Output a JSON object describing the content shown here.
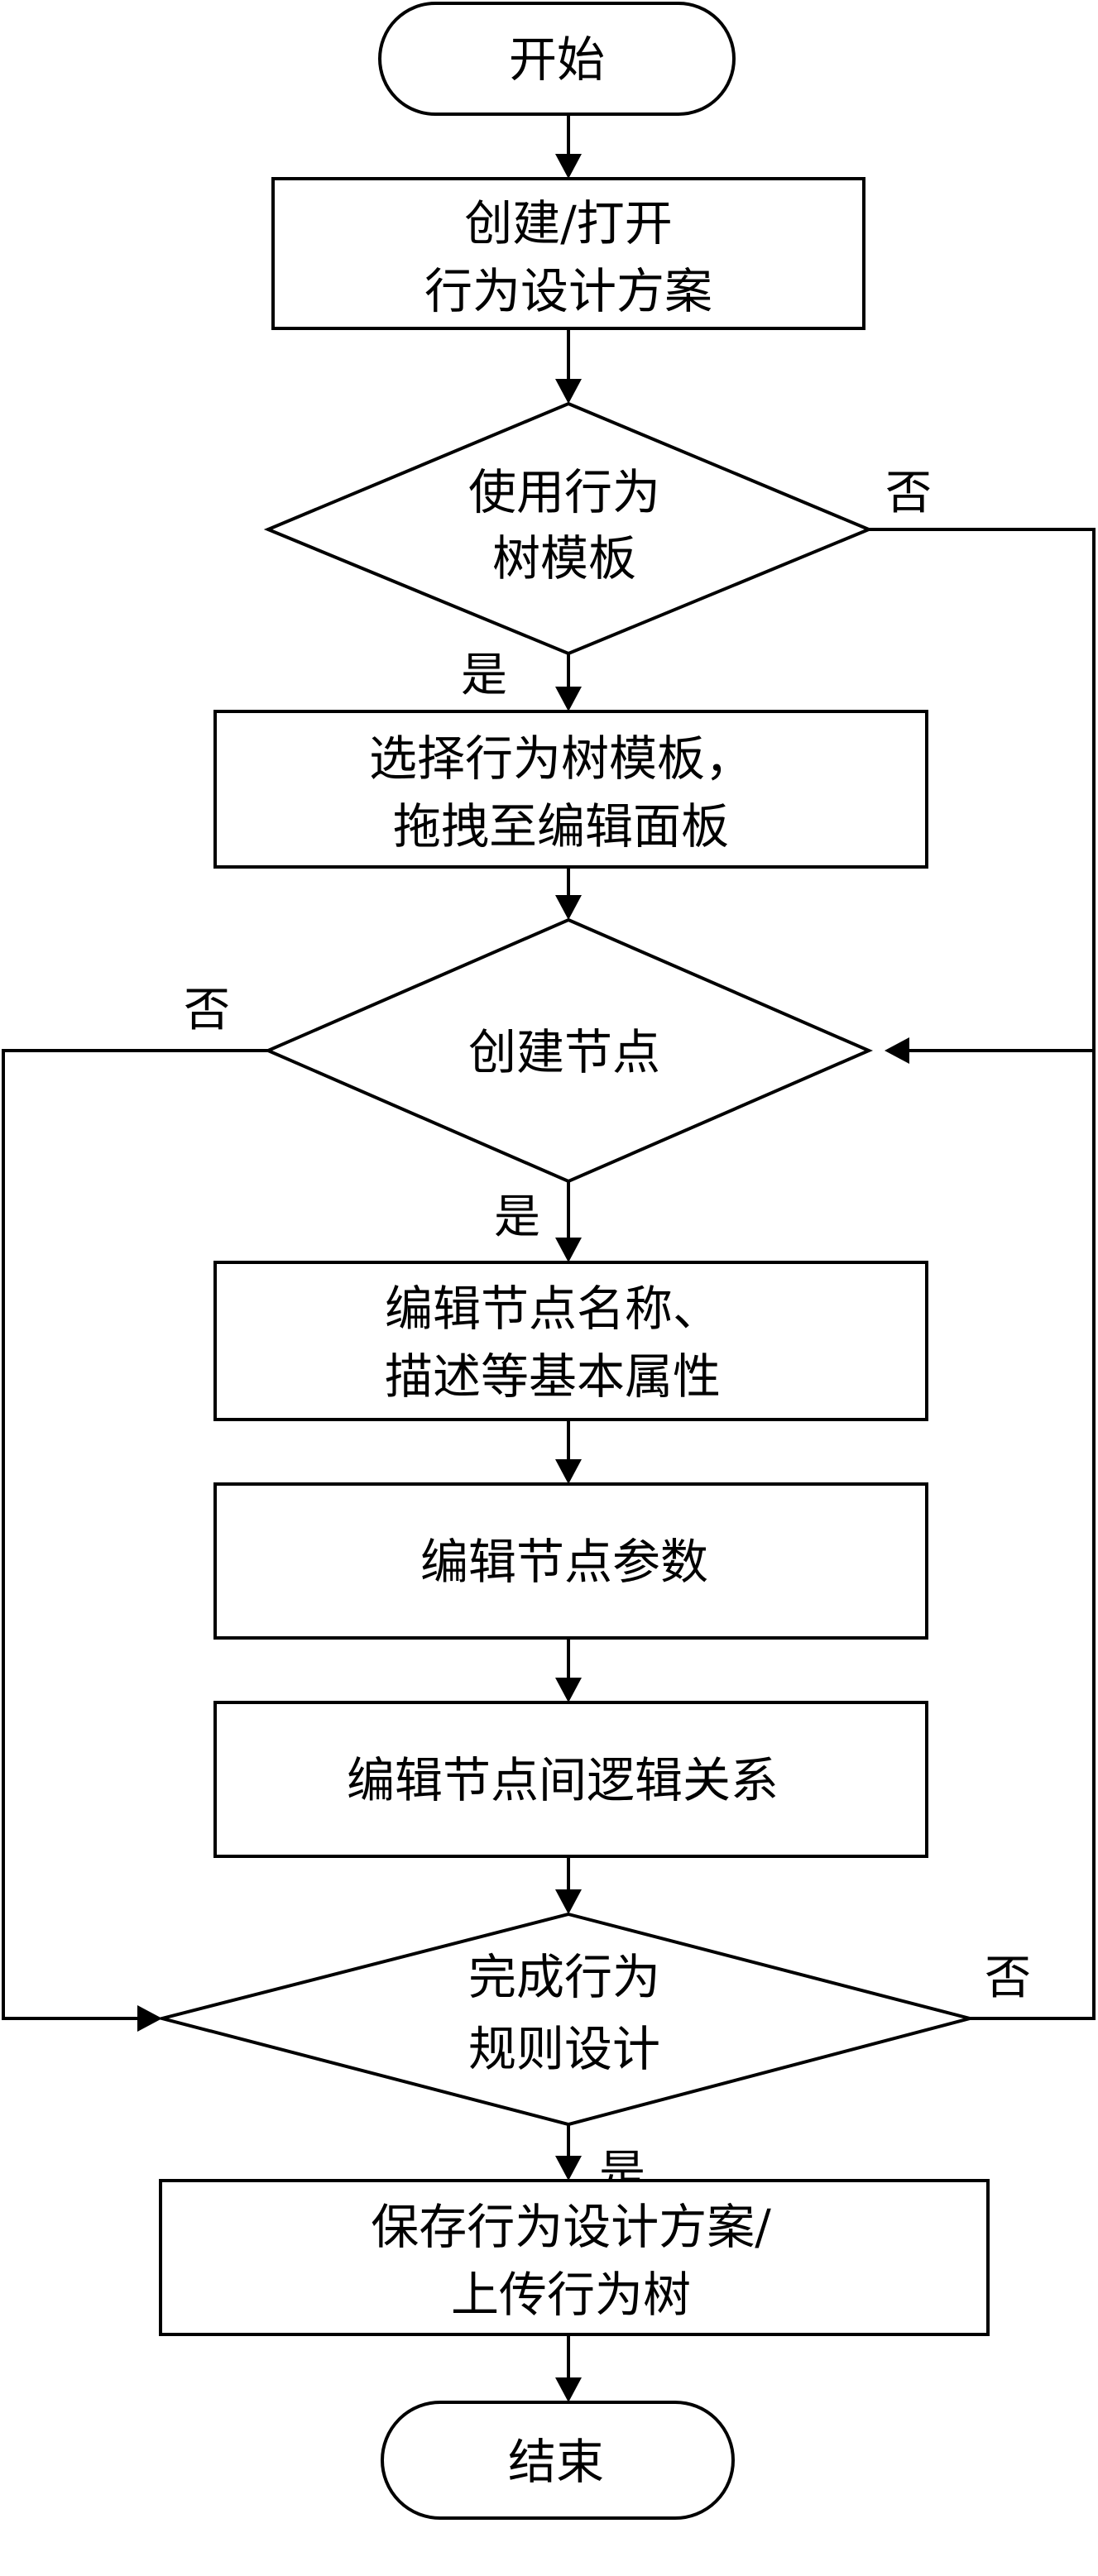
{
  "nodes": {
    "start": {
      "type": "terminal",
      "lines": [
        "开始"
      ]
    },
    "create_open": {
      "type": "process",
      "lines": [
        "创建/打开",
        "行为设计方案"
      ]
    },
    "use_template": {
      "type": "decision",
      "lines": [
        "使用行为",
        "树模板"
      ]
    },
    "select_template": {
      "type": "process",
      "lines": [
        "选择行为树模板，",
        "拖拽至编辑面板"
      ]
    },
    "create_node": {
      "type": "decision",
      "lines": [
        "创建节点"
      ]
    },
    "edit_basic": {
      "type": "process",
      "lines": [
        "编辑节点名称、",
        "描述等基本属性"
      ]
    },
    "edit_params": {
      "type": "process",
      "lines": [
        "编辑节点参数"
      ]
    },
    "edit_logic": {
      "type": "process",
      "lines": [
        "编辑节点间逻辑关系"
      ]
    },
    "complete_design": {
      "type": "decision",
      "lines": [
        "完成行为",
        "规则设计"
      ]
    },
    "save_upload": {
      "type": "process",
      "lines": [
        "保存行为设计方案/",
        "上传行为树"
      ]
    },
    "end": {
      "type": "terminal",
      "lines": [
        "结束"
      ]
    }
  },
  "edges": [
    {
      "from": "start",
      "to": "create_open",
      "label": ""
    },
    {
      "from": "create_open",
      "to": "use_template",
      "label": ""
    },
    {
      "from": "use_template",
      "to": "select_template",
      "label": "是"
    },
    {
      "from": "use_template",
      "to": "create_node",
      "label": "否"
    },
    {
      "from": "select_template",
      "to": "create_node",
      "label": ""
    },
    {
      "from": "create_node",
      "to": "edit_basic",
      "label": "是"
    },
    {
      "from": "create_node",
      "to": "complete_design",
      "label": "否"
    },
    {
      "from": "edit_basic",
      "to": "edit_params",
      "label": ""
    },
    {
      "from": "edit_params",
      "to": "edit_logic",
      "label": ""
    },
    {
      "from": "edit_logic",
      "to": "complete_design",
      "label": ""
    },
    {
      "from": "complete_design",
      "to": "save_upload",
      "label": "是"
    },
    {
      "from": "complete_design",
      "to": "create_node",
      "label": "否"
    },
    {
      "from": "save_upload",
      "to": "end",
      "label": ""
    }
  ]
}
